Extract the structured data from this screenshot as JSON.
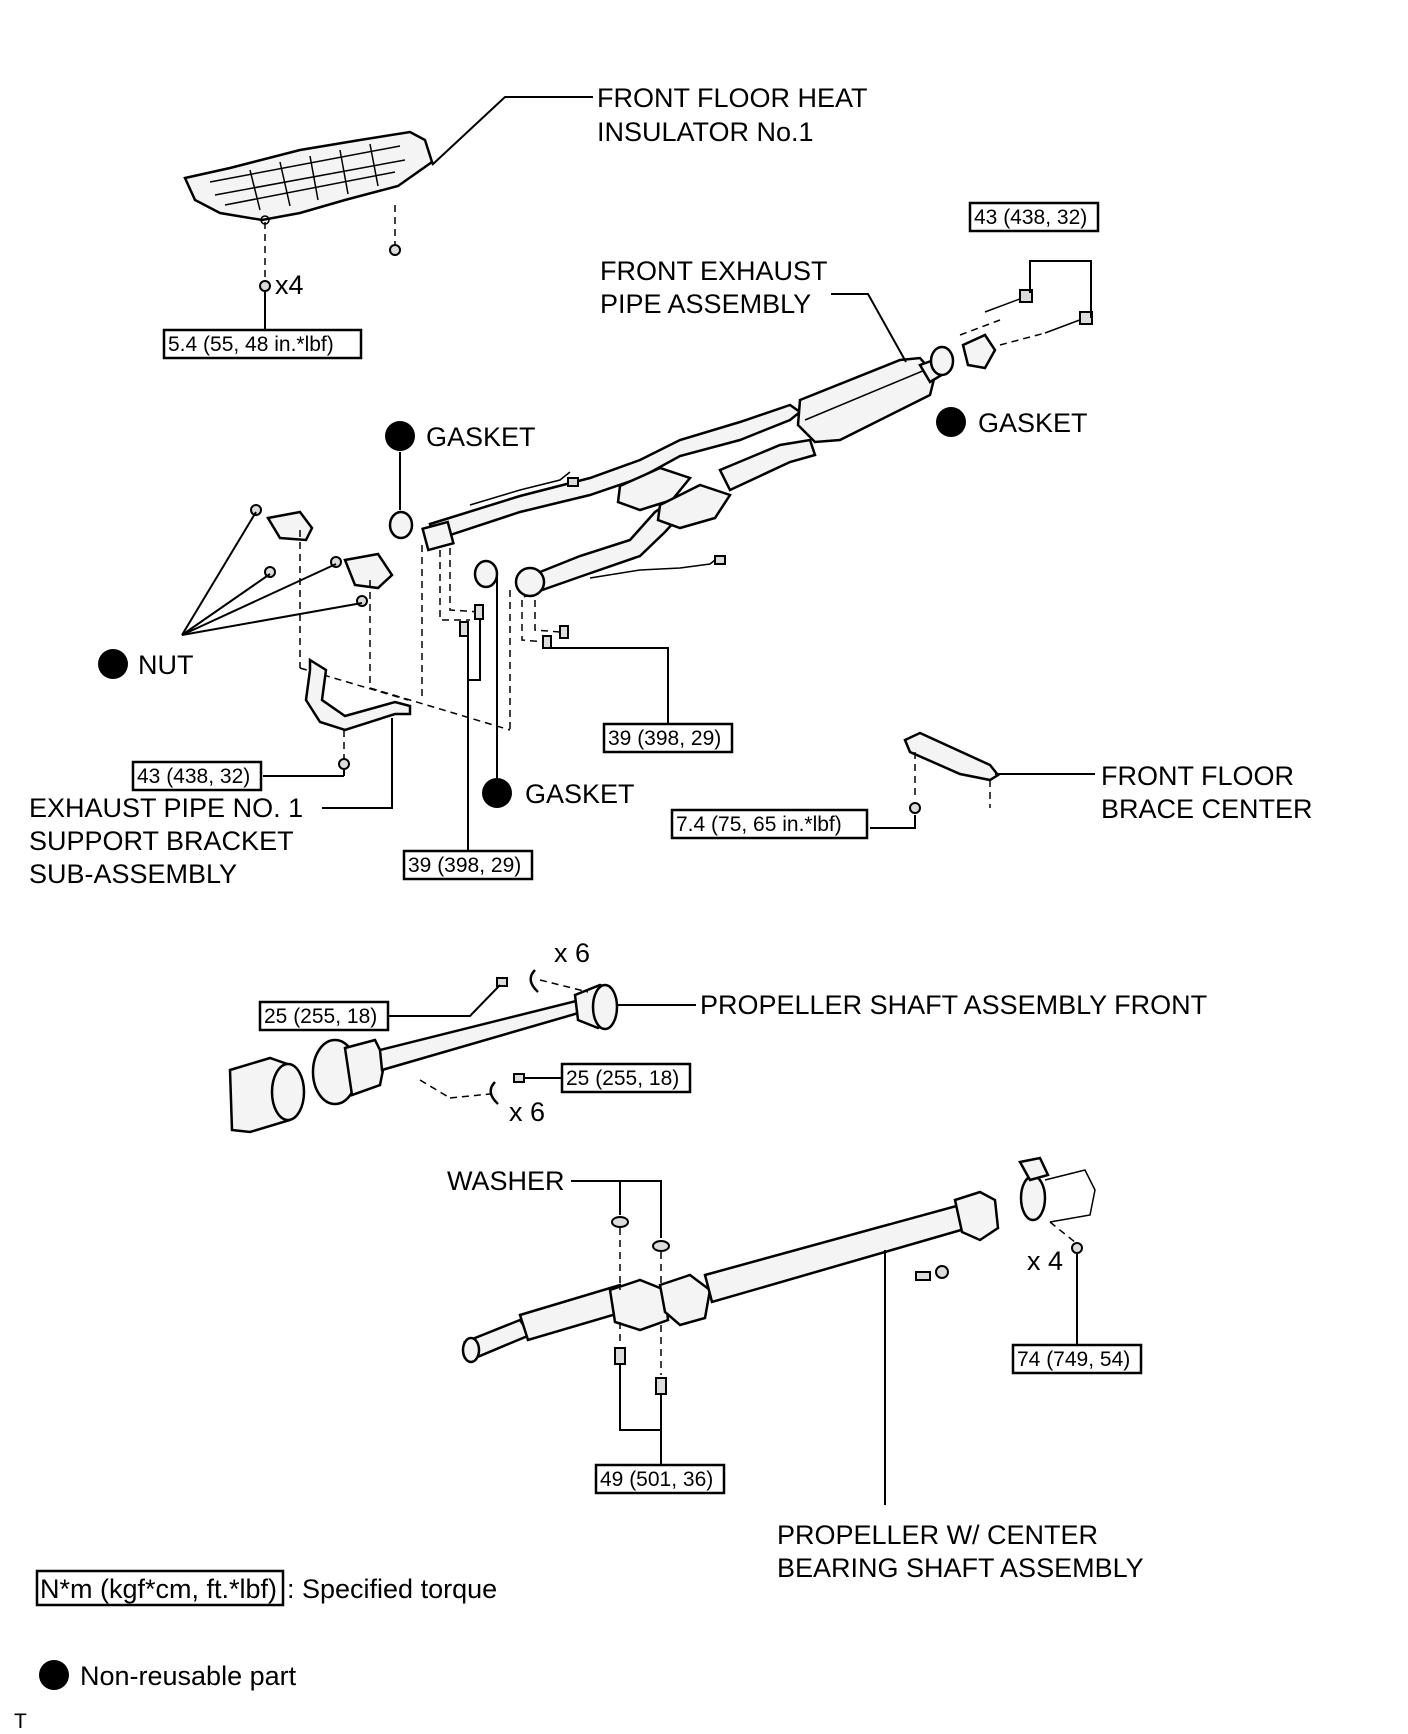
{
  "labels": {
    "front_floor_heat_insulator": [
      "FRONT FLOOR HEAT",
      "INSULATOR No.1"
    ],
    "front_exhaust_pipe": [
      "FRONT EXHAUST",
      "PIPE ASSEMBLY"
    ],
    "gasket": "GASKET",
    "nut": "NUT",
    "exhaust_pipe_bracket": [
      "EXHAUST PIPE NO. 1",
      "SUPPORT BRACKET",
      "SUB-ASSEMBLY"
    ],
    "front_floor_brace": [
      "FRONT FLOOR",
      "BRACE CENTER"
    ],
    "propeller_front": "PROPELLER SHAFT ASSEMBLY FRONT",
    "washer": "WASHER",
    "propeller_center": [
      "PROPELLER W/ CENTER",
      "BEARING SHAFT ASSEMBLY"
    ]
  },
  "quantities": {
    "insulator_x4": "x4",
    "front_top_x6": "x 6",
    "front_bottom_x6": "x 6",
    "rear_x4": "x 4"
  },
  "torques": {
    "insulator": "5.4 (55, 48 in.*lbf)",
    "rear_flange": "43 (438, 32)",
    "front_pipe_bolts": "39 (398, 29)",
    "bracket": "43 (438, 32)",
    "gasket_bolts": "39 (398, 29)",
    "brace": "7.4 (75, 65  in.*lbf)",
    "prop_front_top": "25 (255, 18)",
    "prop_front_bottom": "25 (255, 18)",
    "diff_flange": "74 (749, 54)",
    "center_bearing": "49 (501, 36)"
  },
  "legend": {
    "torque_unit": "N*m (kgf*cm, ft.*lbf)",
    "torque_desc": ": Specified torque",
    "nonreusable": "Non-reusable part"
  },
  "corner_mark": "T"
}
